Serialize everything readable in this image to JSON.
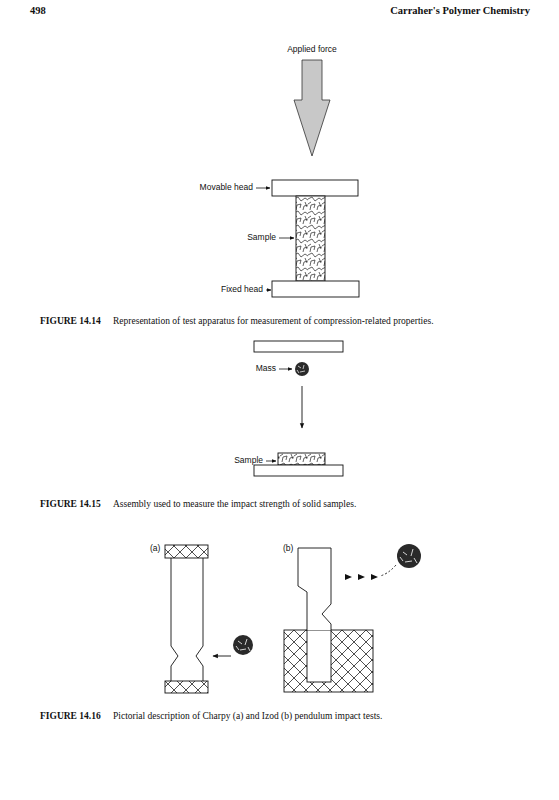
{
  "diagram": {
    "labels": [
      "498",
      "Carraher's Polymer Chemistry",
      "Applied force",
      "Movable head",
      "Sample",
      "Fixed head",
      "FIGURE 14.14",
      "Representation of test apparatus for measurement of compression-related properties.",
      "Mass",
      "Sample",
      "FIGURE 14.15",
      "Assembly used to measure the impact strength of solid samples.",
      "(a)",
      "(b)",
      "FIGURE 14.16",
      "Pictorial description of Charpy (a) and Izod (b) pendulum impact tests."
    ]
  }
}
